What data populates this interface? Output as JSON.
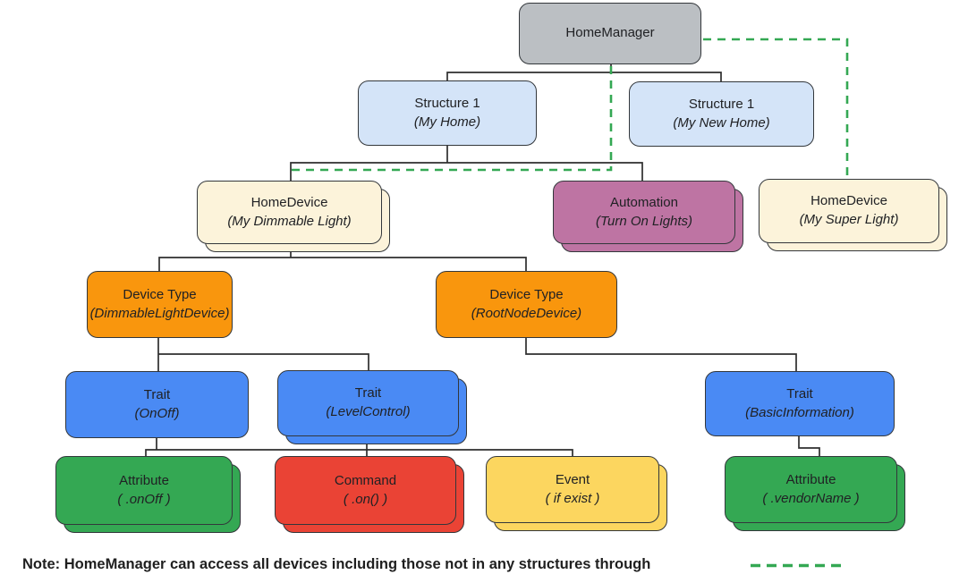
{
  "nodes": {
    "home_manager": {
      "label": "HomeManager",
      "sublabel": ""
    },
    "structure_my_home": {
      "label": "Structure 1",
      "sublabel": "(My Home)"
    },
    "structure_my_new_home": {
      "label": "Structure 1",
      "sublabel": "(My New Home)"
    },
    "home_device_dimmable": {
      "label": "HomeDevice",
      "sublabel": "(My Dimmable Light)"
    },
    "automation_turn_on": {
      "label": "Automation",
      "sublabel": "(Turn On Lights)"
    },
    "home_device_super": {
      "label": "HomeDevice",
      "sublabel": "(My Super Light)"
    },
    "device_type_dimmable": {
      "label": "Device Type",
      "sublabel": "(DimmableLightDevice)"
    },
    "device_type_rootnode": {
      "label": "Device Type",
      "sublabel": "(RootNodeDevice)"
    },
    "trait_onoff": {
      "label": "Trait",
      "sublabel": "(OnOff)"
    },
    "trait_levelcontrol": {
      "label": "Trait",
      "sublabel": "(LevelControl)"
    },
    "trait_basicinformation": {
      "label": "Trait",
      "sublabel": "(BasicInformation)"
    },
    "attribute_onoff": {
      "label": "Attribute",
      "sublabel": "( .onOff )"
    },
    "command_on": {
      "label": "Command",
      "sublabel": "( .on() )"
    },
    "event_if_exist": {
      "label": "Event",
      "sublabel": "( if exist )"
    },
    "attribute_vendorname": {
      "label": "Attribute",
      "sublabel": "( .vendorName )"
    }
  },
  "note": {
    "text": "Note: HomeManager can access all devices including those not in any structures through"
  },
  "colors": {
    "home_manager": "#BBBFC3",
    "structure": "#D4E4F8",
    "home_device": "#FCF3DA",
    "automation": "#BE74A3",
    "device_type": "#F9960D",
    "trait": "#4A8AF4",
    "attribute": "#34A853",
    "command": "#EA4335",
    "event": "#FCD65F",
    "connector": "#2E2E2E",
    "dashed_link": "#34A853"
  }
}
